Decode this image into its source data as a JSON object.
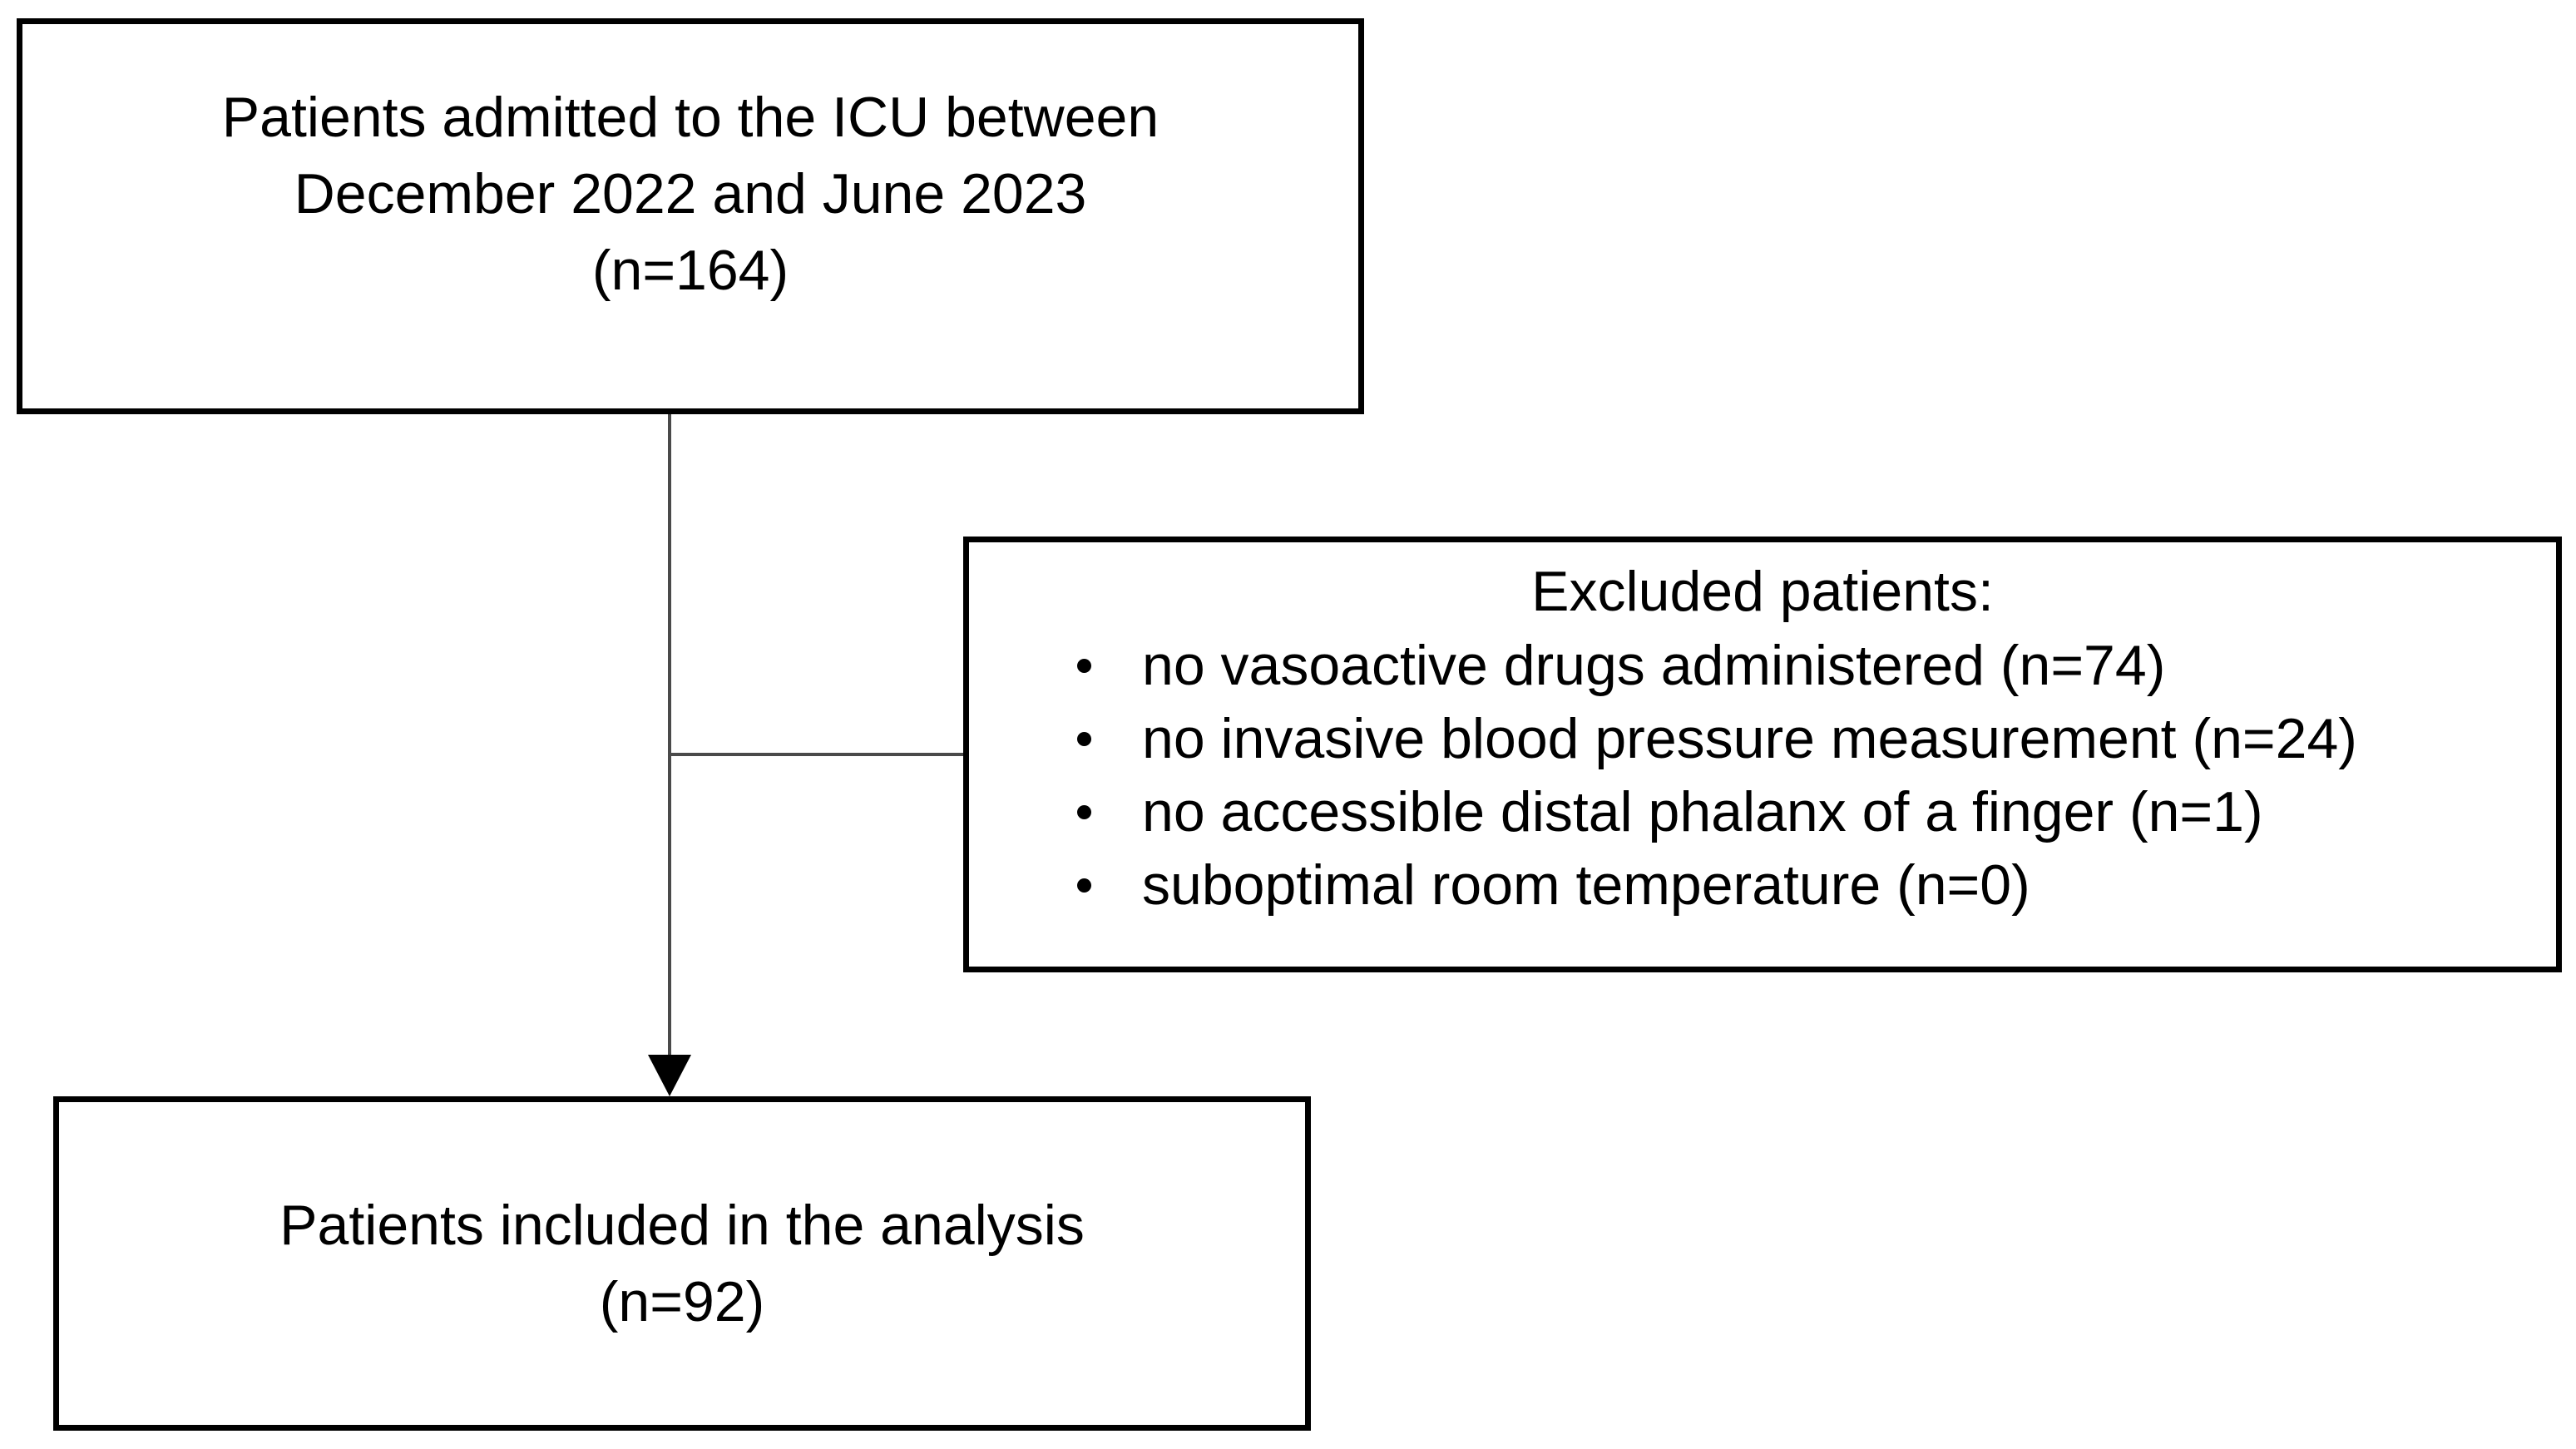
{
  "figure": {
    "colors": {
      "background": "#ffffff",
      "text": "#000000",
      "box_border": "#000000",
      "connector": "#4a4a4a"
    },
    "boxes": {
      "admitted": {
        "lines": [
          "Patients admitted to the ICU between",
          "December 2022 and June 2023",
          "(n=164)"
        ]
      },
      "excluded": {
        "title": "Excluded patients:",
        "items": [
          "no vasoactive drugs administered (n=74)",
          "no invasive blood pressure measurement (n=24)",
          "no accessible distal phalanx of a finger (n=1)",
          "suboptimal room temperature (n=0)"
        ]
      },
      "included": {
        "lines": [
          "Patients included in the analysis",
          "(n=92)"
        ]
      }
    }
  }
}
